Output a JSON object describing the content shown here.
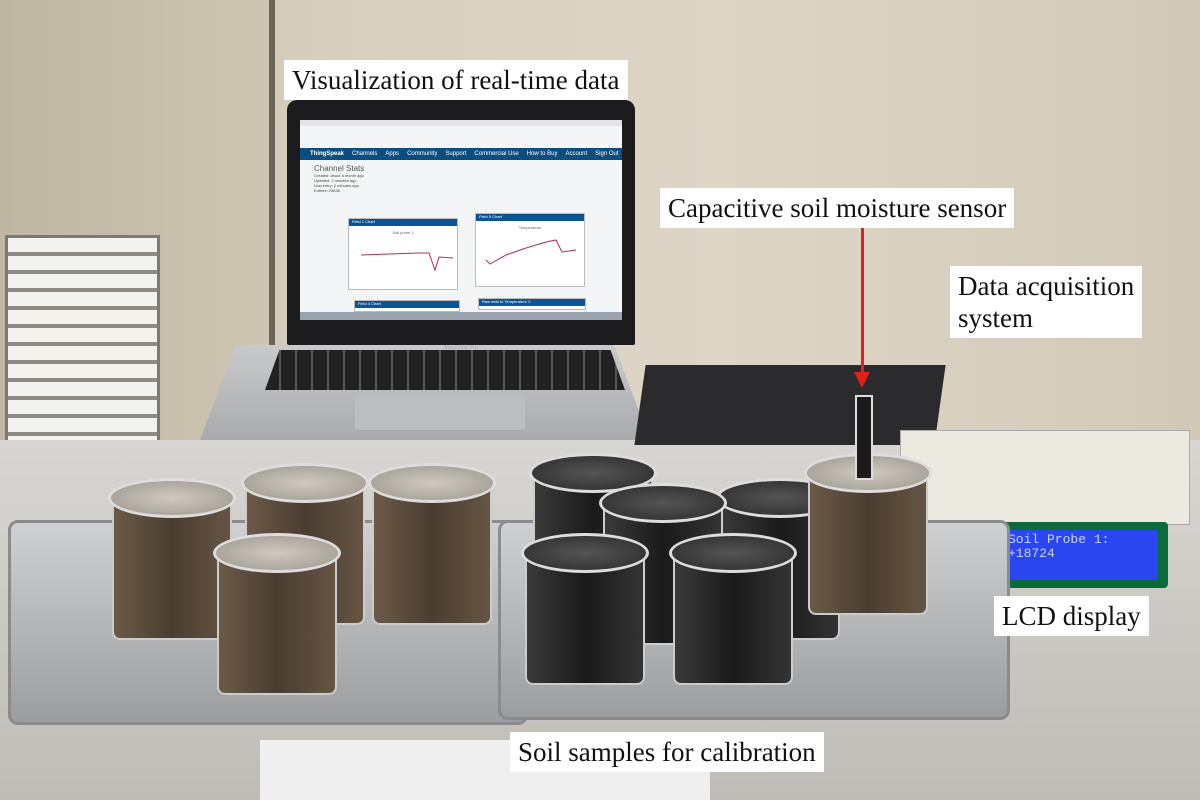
{
  "labels": {
    "visualization": "Visualization of real-time data",
    "sensor": "Capacitive soil moisture sensor",
    "daq_line1": "Data acquisition",
    "daq_line2": "system",
    "lcd": "LCD display",
    "samples": "Soil samples for calibration"
  },
  "laptop": {
    "brand": "MacBook Pro",
    "screen": {
      "app": "ThingSpeak",
      "nav": [
        "Channels",
        "Apps",
        "Community",
        "Support",
        "Commercial Use",
        "How to Buy",
        "Account",
        "Sign Out"
      ],
      "heading": "Channel Stats",
      "stats": [
        "Created: about a month ago",
        "Updated: 2 minutes ago",
        "Last entry: 2 minutes ago",
        "Entries: 25636"
      ],
      "panels": [
        {
          "header": "Field 1 Chart",
          "title": "Soil probe 1"
        },
        {
          "header": "Field 5 Chart",
          "title": "Temperature"
        },
        {
          "header": "Field 4 Chart"
        },
        {
          "header": "Raw data to Temperature C"
        }
      ]
    }
  },
  "lcd": {
    "line1": "Soil Probe 1:",
    "line2": "+18724"
  },
  "colors": {
    "arrow": "#e0201b",
    "lcd_backlight": "#2a46f0",
    "thingspeak_nav": "#0c4d80"
  }
}
